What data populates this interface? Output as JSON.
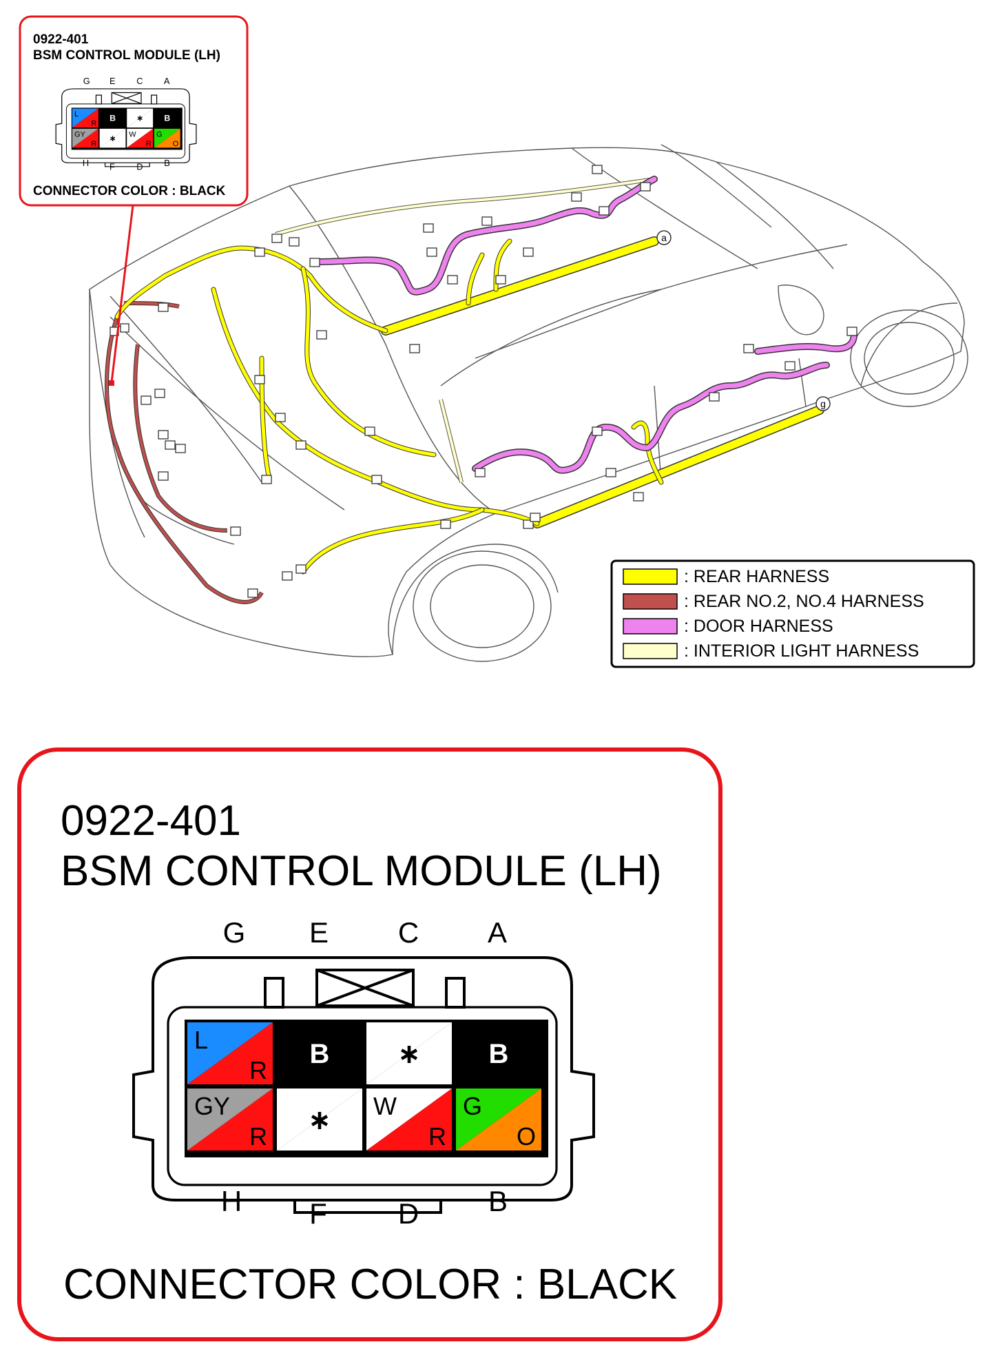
{
  "connector": {
    "code": "0922-401",
    "name": "BSM CONTROL MODULE (LH)",
    "color_text": "CONNECTOR COLOR : BLACK",
    "top_letters": [
      "G",
      "E",
      "C",
      "A"
    ],
    "bottom_letters": [
      "H",
      "F",
      "D",
      "B"
    ],
    "cells": [
      {
        "pin": "G",
        "a": "L",
        "b": "R",
        "colors": [
          "#1a8cff",
          "#ff1111"
        ]
      },
      {
        "pin": "E",
        "a": "B",
        "b": "",
        "colors": [
          "#000000",
          "#000000"
        ]
      },
      {
        "pin": "C",
        "a": "∗",
        "b": "",
        "colors": [
          "#ffffff",
          "#ffffff"
        ]
      },
      {
        "pin": "A",
        "a": "B",
        "b": "",
        "colors": [
          "#000000",
          "#000000"
        ]
      },
      {
        "pin": "H",
        "a": "GY",
        "b": "R",
        "colors": [
          "#a0a0a0",
          "#ff1111"
        ]
      },
      {
        "pin": "F",
        "a": "∗",
        "b": "",
        "colors": [
          "#ffffff",
          "#ffffff"
        ]
      },
      {
        "pin": "D",
        "a": "W",
        "b": "R",
        "colors": [
          "#ffffff",
          "#ff1111"
        ]
      },
      {
        "pin": "B",
        "a": "G",
        "b": "O",
        "colors": [
          "#22dd00",
          "#ff8800"
        ]
      }
    ]
  },
  "legend": [
    {
      "label": ": REAR HARNESS",
      "color": "#ffff00"
    },
    {
      "label": ": REAR NO.2, NO.4 HARNESS",
      "color": "#c0504d"
    },
    {
      "label": ": DOOR HARNESS",
      "color": "#ee82ee"
    },
    {
      "label": ": INTERIOR LIGHT HARNESS",
      "color": "#ffffcc"
    }
  ],
  "markers": [
    "a",
    "g"
  ],
  "colors": {
    "callout": "#e8141b",
    "rear": "#ffff00",
    "rear_no2": "#c0504d",
    "door": "#ee82ee",
    "interior": "#ffffcc"
  }
}
